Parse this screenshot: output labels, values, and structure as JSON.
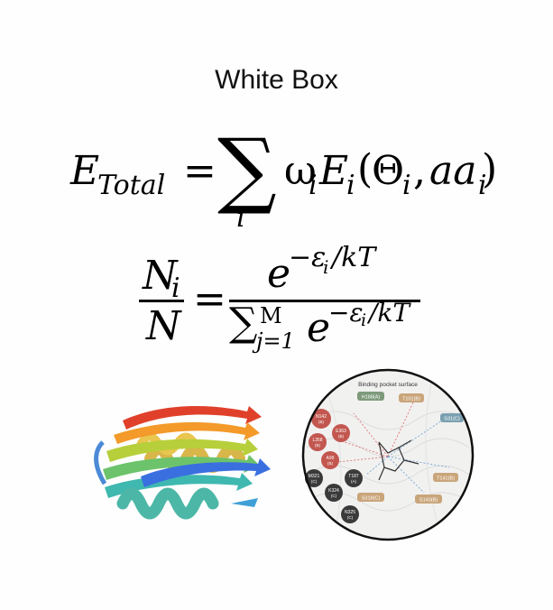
{
  "title": "White Box",
  "equation1": {
    "lhs_symbol": "E",
    "lhs_subscript": "Total",
    "equals": "=",
    "sum_symbol": "∑",
    "sum_index": "i",
    "weight": "ω",
    "weight_sub": "i",
    "energy": "E",
    "energy_sub": "i",
    "open_paren": "(",
    "theta": "Θ",
    "theta_sub": "i",
    "comma": ",",
    "aa": "aa",
    "aa_sub": "i",
    "close_paren": ")"
  },
  "equation2": {
    "num_symbol": "N",
    "num_sub": "i",
    "den_symbol": "N",
    "equals": "=",
    "exp_base": "e",
    "exp_power": "−ε",
    "exp_power_sub": "i",
    "exp_power_tail": "/kT",
    "sum_symbol": "∑",
    "sum_upper": "M",
    "sum_lower": "j=1",
    "den_exp_base": "e",
    "den_exp_power": "−ε",
    "den_exp_power_sub": "i",
    "den_exp_power_tail": "/kT"
  },
  "binding_pocket": {
    "title": "Binding pocket surface",
    "residues": [
      {
        "label": "H188(A)",
        "color": "#7d9a7b"
      },
      {
        "label": "T101(B)",
        "color": "#c9a57a"
      },
      {
        "label": "S31(C)",
        "color": "#7aa0b0"
      },
      {
        "label": "N142",
        "sub": "(B)",
        "color": "#c2574f"
      },
      {
        "label": "E363",
        "sub": "(B)",
        "color": "#c2574f"
      },
      {
        "label": "L358",
        "sub": "(B)",
        "color": "#c2574f"
      },
      {
        "label": "A99",
        "sub": "(B)",
        "color": "#c2574f"
      },
      {
        "label": "M321",
        "sub": "(C)",
        "color": "#3a3a3a"
      },
      {
        "label": "T187",
        "sub": "(A)",
        "color": "#3a3a3a"
      },
      {
        "label": "K324",
        "sub": "(C)",
        "color": "#3a3a3a"
      },
      {
        "label": "N325",
        "sub": "(C)",
        "color": "#3a3a3a"
      },
      {
        "label": "S318(C)",
        "color": "#c9a57a"
      },
      {
        "label": "T141(B)",
        "color": "#c9a57a"
      },
      {
        "label": "S140(B)",
        "color": "#c9a57a"
      }
    ]
  },
  "colors": {
    "sheet_red": "#e0402a",
    "sheet_orange": "#f39a2a",
    "sheet_yellow": "#e8d83a",
    "sheet_green": "#6cc36b",
    "sheet_teal": "#3fb8b0",
    "sheet_blue": "#3a6fe0",
    "helix_yellow": "#d9c45a",
    "helix_teal": "#4cb7a6"
  }
}
